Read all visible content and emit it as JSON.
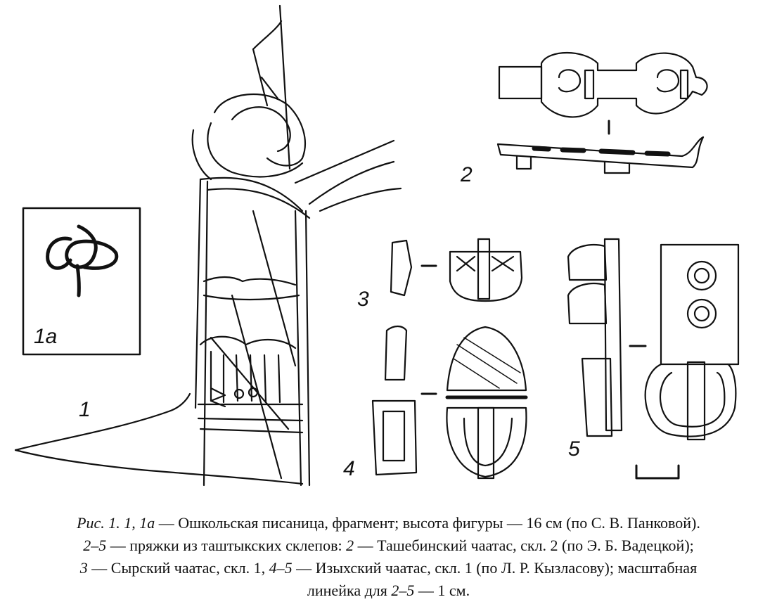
{
  "figure": {
    "labels": {
      "fig1": "1",
      "fig1a": "1a",
      "fig2": "2",
      "fig3": "3",
      "fig4": "4",
      "fig5": "5"
    }
  },
  "caption": {
    "line1": {
      "prefix": "Рис. 1. 1, 1а",
      "text": " — Ошкольская писаница, фрагмент; высота фигуры — 16 см (по С. В. Панковой)."
    },
    "line2": {
      "ref1": "2–5",
      "text1": " — пряжки из таштыкских склепов: ",
      "ref2": "2",
      "text2": " — Ташебинский чаатас, скл. 2 (по Э. Б. Вадецкой);"
    },
    "line3": {
      "ref1": "3",
      "text1": " — Сырский чаатас, скл. 1, ",
      "ref2": "4–5",
      "text2": " — Изыхский чаатас, скл. 1 (по Л. Р. Кызласову); масштабная"
    },
    "line4": {
      "text1": "линейка для ",
      "ref1": "2–5",
      "text2": " — 1 см."
    }
  }
}
